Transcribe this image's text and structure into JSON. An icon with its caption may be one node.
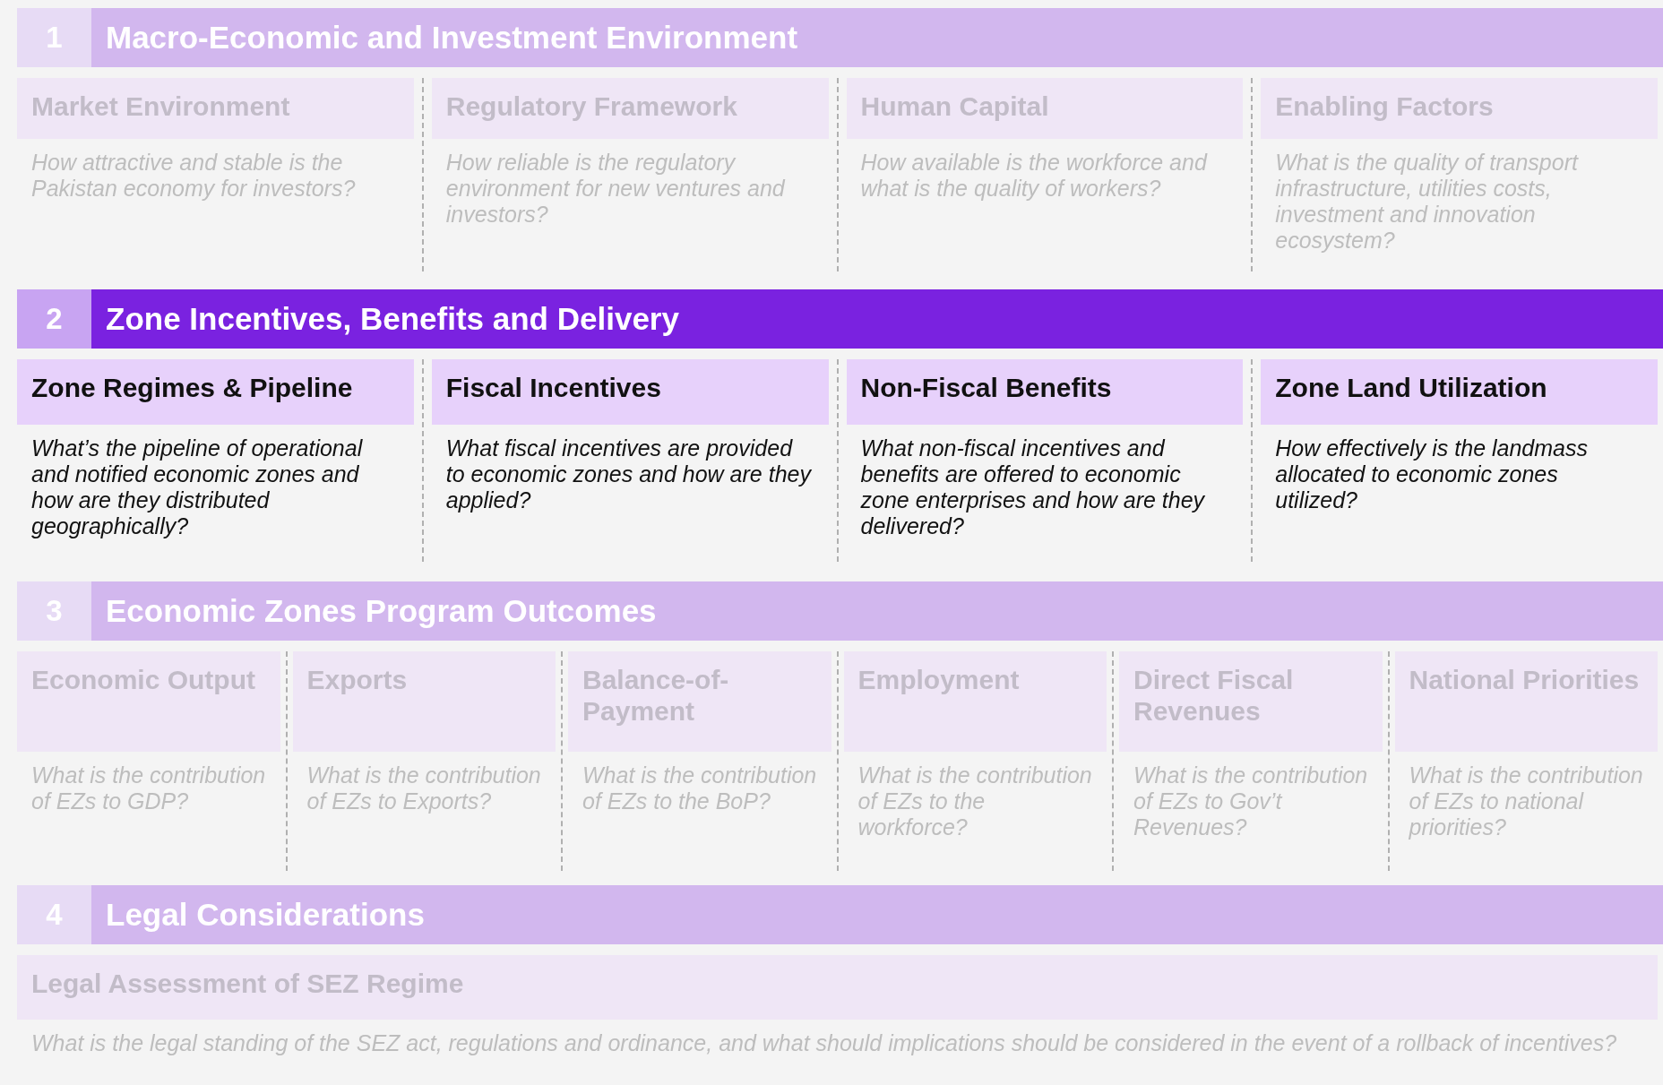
{
  "diagram": {
    "nodes": [
      {
        "text": [
          "1",
          "Macro-Economic and Investment Environment"
        ]
      },
      {
        "text": [
          "Market Environment"
        ],
        "beside": [
          "How attractive and stable is the Pakistan economy for investors?"
        ]
      },
      {
        "text": [
          "Regulatory Framework"
        ],
        "beside": [
          "How reliable is the regulatory environment for new ventures and investors?"
        ]
      },
      {
        "text": [
          "Human Capital"
        ],
        "beside": [
          "How available is the workforce and what is the quality of workers?"
        ]
      },
      {
        "text": [
          "Enabling Factors"
        ],
        "beside": [
          "What is the quality of transport infrastructure, utilities costs, investment and innovation ecosystem?"
        ]
      },
      {
        "text": [
          "2",
          "Zone Incentives, Benefits and Delivery"
        ]
      },
      {
        "text": [
          "Zone Regimes & Pipeline"
        ],
        "beside": [
          "What’s the pipeline of operational and notified economic zones and how are they distributed geographically?"
        ]
      },
      {
        "text": [
          "Fiscal Incentives"
        ],
        "beside": [
          "What fiscal incentives are provided to economic zones and how are they applied?"
        ]
      },
      {
        "text": [
          "Non-Fiscal Benefits"
        ],
        "beside": [
          "What non-fiscal incentives and benefits are offered to economic zone enterprises and how are they delivered?"
        ]
      },
      {
        "text": [
          "Zone Land Utilization"
        ],
        "beside": [
          "How effectively is the landmass allocated to economic zones utilized?"
        ]
      },
      {
        "text": [
          "3",
          "Economic Zones Program Outcomes"
        ]
      },
      {
        "text": [
          "Economic Output"
        ],
        "beside": [
          "What is the contribution of EZs to GDP?"
        ]
      },
      {
        "text": [
          "Exports"
        ],
        "beside": [
          "What is the contribution of EZs to Exports?"
        ]
      },
      {
        "text": [
          "Balance-of-Payment"
        ],
        "beside": [
          "What is the contribution of EZs to the BoP?"
        ]
      },
      {
        "text": [
          "Employment"
        ],
        "beside": [
          "What is the contribution of EZs to the workforce?"
        ]
      },
      {
        "text": [
          "Direct Fiscal Revenues"
        ],
        "beside": [
          "What is the contribution of EZs to Gov’t Revenues?"
        ]
      },
      {
        "text": [
          "National Priorities"
        ],
        "beside": [
          "What is the contribution of EZs to national priorities?"
        ]
      },
      {
        "text": [
          "4",
          "Legal Considerations"
        ]
      },
      {
        "text": [
          "Legal Assessment of SEZ Regime"
        ],
        "beside": [
          "What is the legal standing of the SEZ act, regulations and ordinance, and what should implications should be considered in the event of a rollback of incentives?"
        ]
      }
    ]
  }
}
